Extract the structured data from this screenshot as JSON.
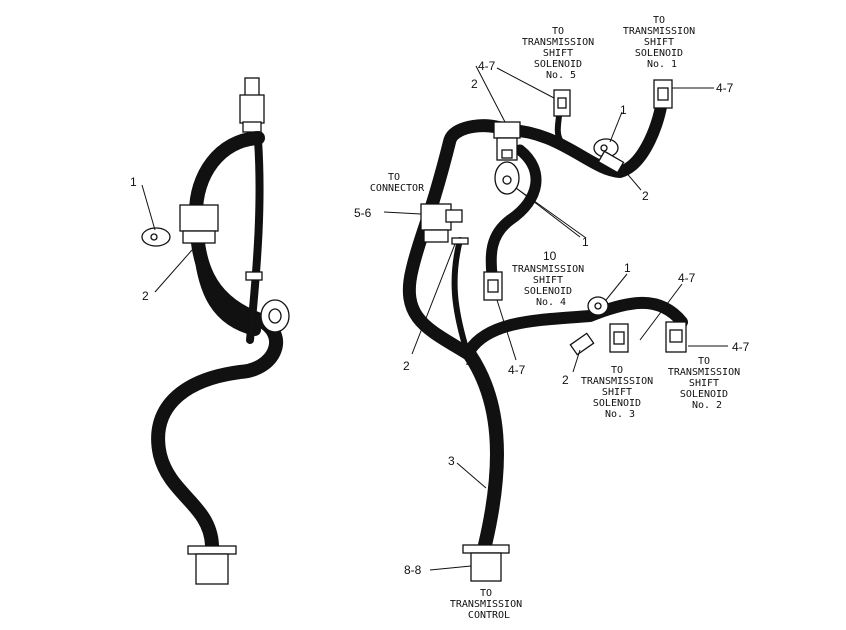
{
  "left_view": {
    "callouts": [
      "1",
      "2"
    ]
  },
  "right_view": {
    "callouts": {
      "c1a": "1",
      "c1b": "1",
      "c1c": "1",
      "c2a": "2",
      "c2b": "2",
      "c2c": "2",
      "c2d": "2",
      "c3": "3",
      "c10": "10",
      "c47a": "4-7",
      "c47b": "4-7",
      "c47c": "4-7",
      "c47d": "4-7",
      "c47e": "4-7",
      "c56": "5-6",
      "c88": "8-8"
    },
    "labels": {
      "to_connector": [
        "TO",
        "CONNECTOR"
      ],
      "sol5": [
        "TO",
        "TRANSMISSION",
        "SHIFT",
        "SOLENOID",
        "No. 5"
      ],
      "sol1": [
        "TO",
        "TRANSMISSION",
        "SHIFT",
        "SOLENOID",
        "No. 1"
      ],
      "sol4": [
        "TRANSMISSION",
        "SHIFT",
        "SOLENOID",
        "No. 4"
      ],
      "sol3": [
        "TO",
        "TRANSMISSION",
        "SHIFT",
        "SOLENOID",
        "No. 3"
      ],
      "sol2": [
        "TO",
        "TRANSMISSION",
        "SHIFT",
        "SOLENOID",
        "No. 2"
      ],
      "control": [
        "TO",
        "TRANSMISSION",
        "CONTROL"
      ]
    }
  }
}
